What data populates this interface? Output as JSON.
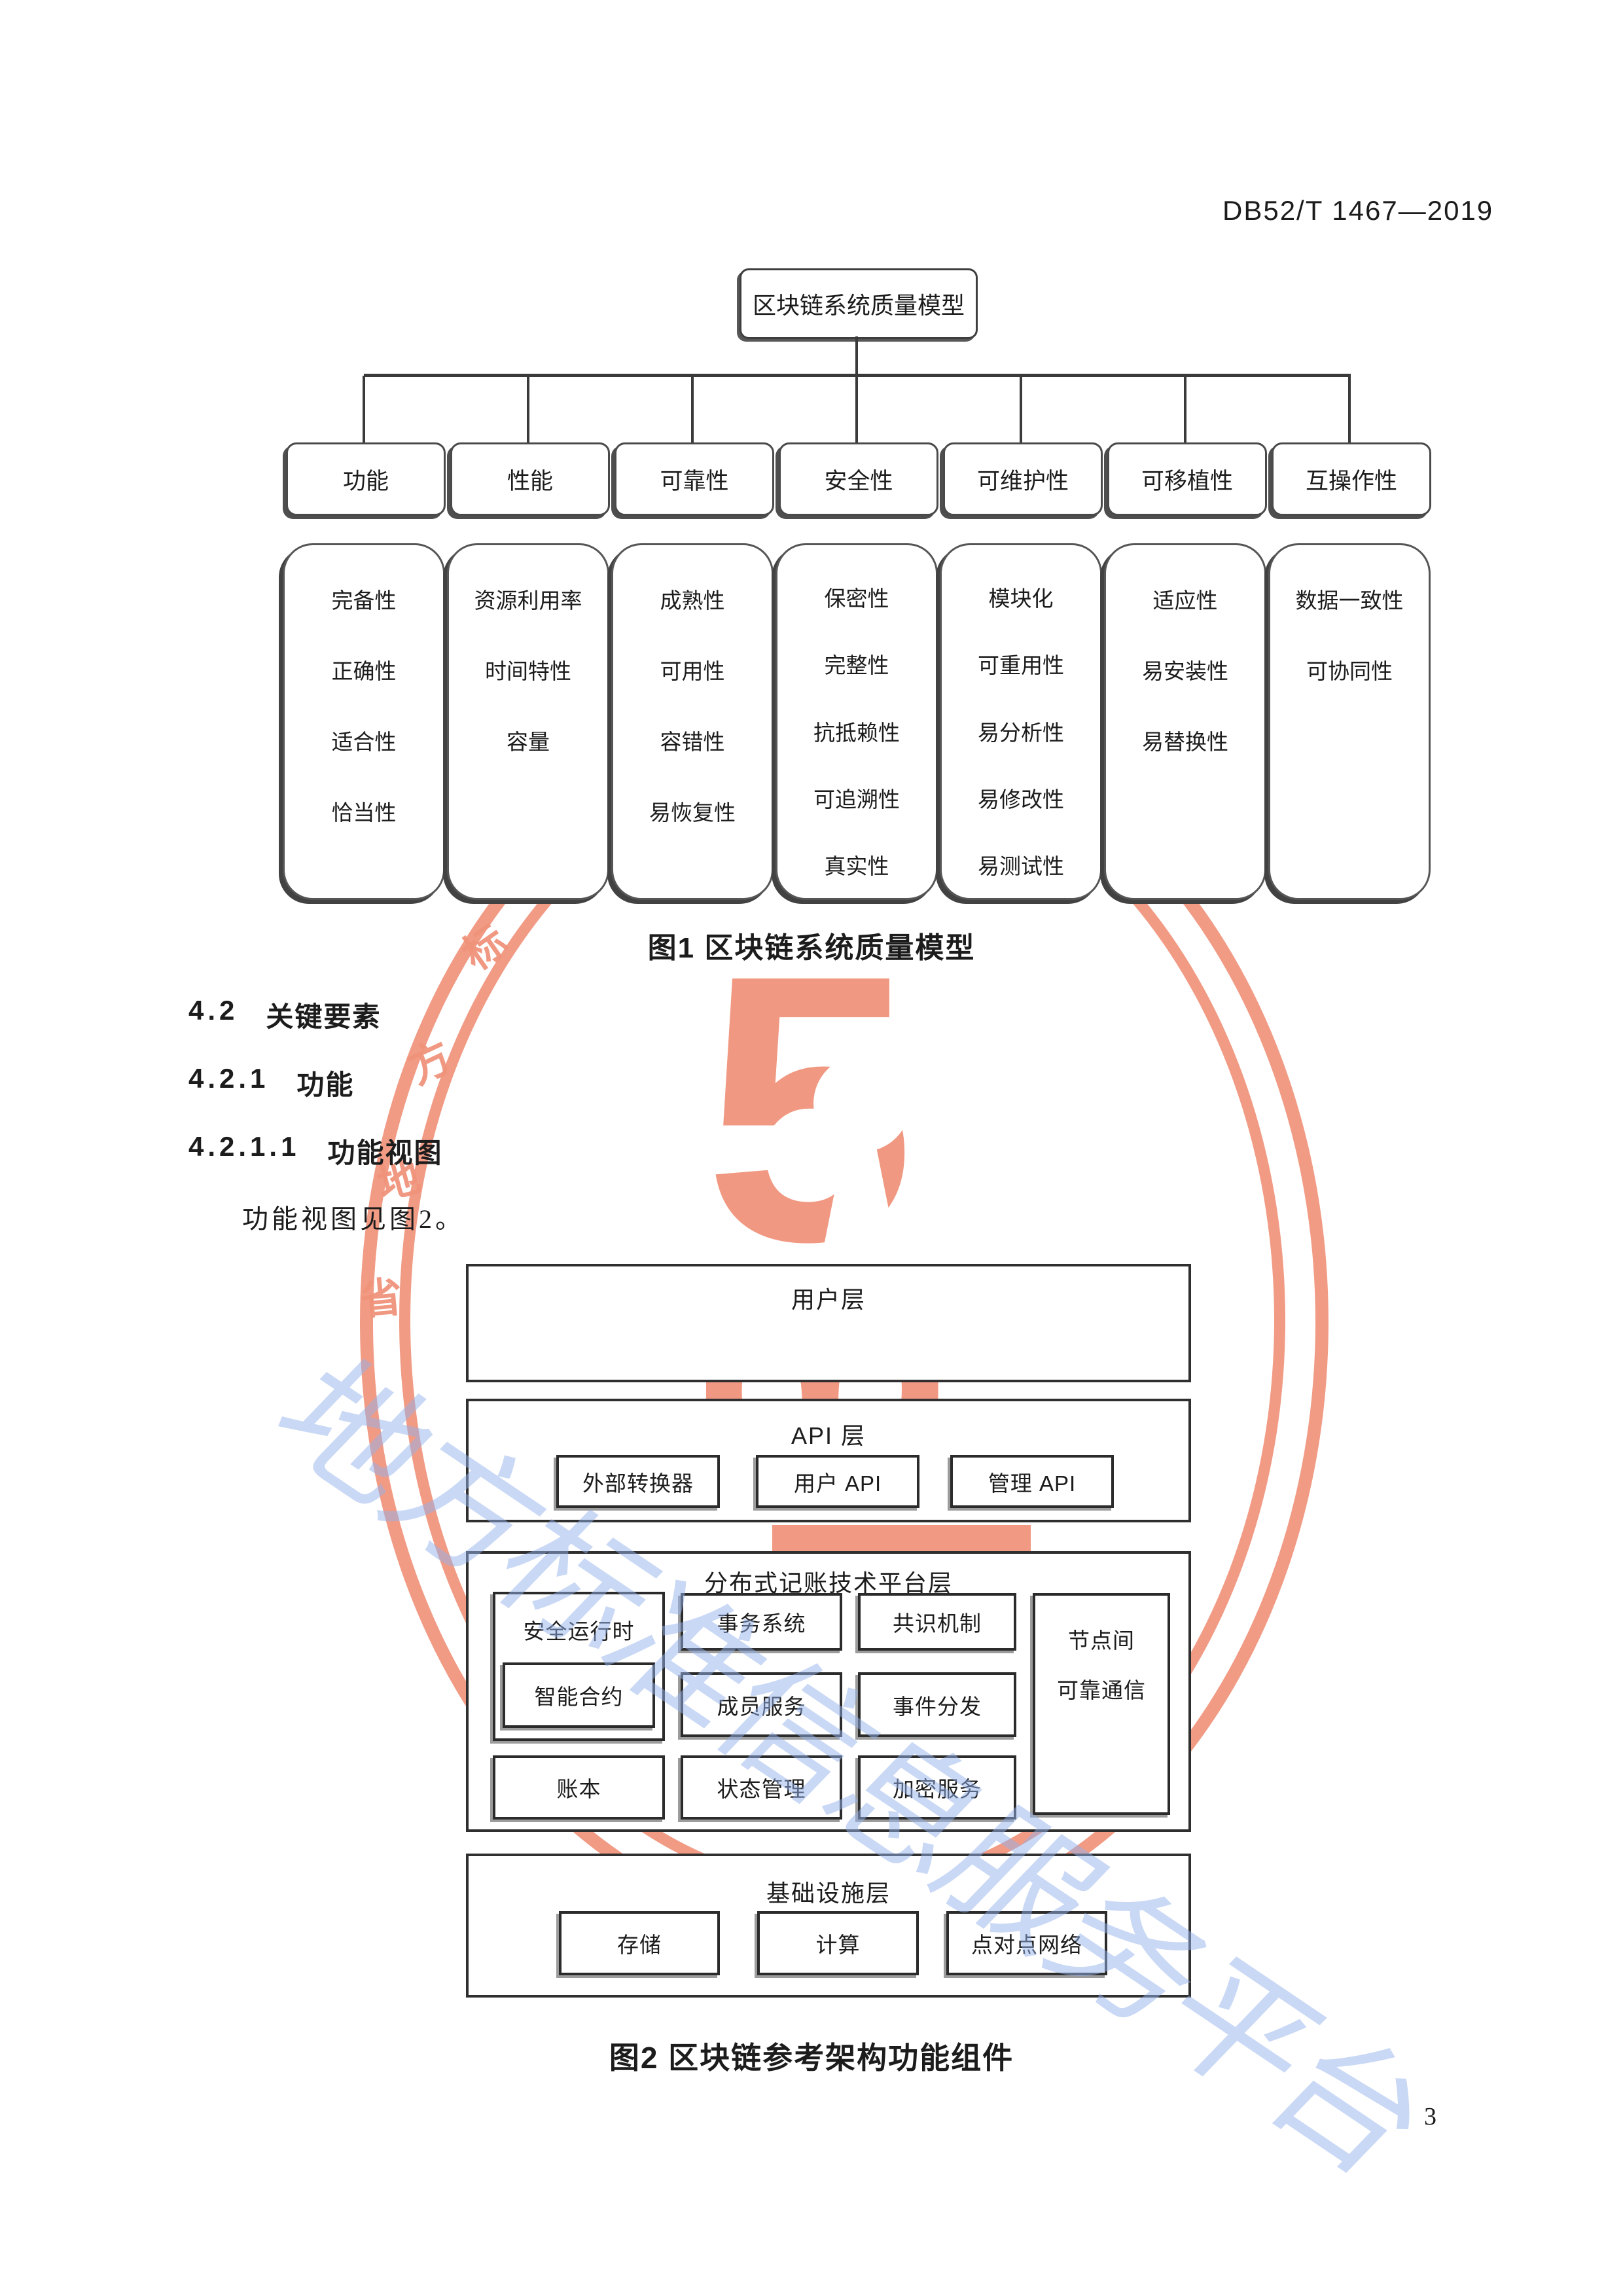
{
  "page": {
    "header_code": "DB52/T 1467—2019",
    "page_number": "3"
  },
  "figure1": {
    "root_label": "区块链系统质量模型",
    "caption": "图1  区块链系统质量模型",
    "branches": [
      {
        "label": "功能",
        "items": [
          "完备性",
          "正确性",
          "适合性",
          "恰当性"
        ]
      },
      {
        "label": "性能",
        "items": [
          "资源利用率",
          "时间特性",
          "容量"
        ]
      },
      {
        "label": "可靠性",
        "items": [
          "成熟性",
          "可用性",
          "容错性",
          "易恢复性"
        ]
      },
      {
        "label": "安全性",
        "items": [
          "保密性",
          "完整性",
          "抗抵赖性",
          "可追溯性",
          "真实性"
        ]
      },
      {
        "label": "可维护性",
        "items": [
          "模块化",
          "可重用性",
          "易分析性",
          "易修改性",
          "易测试性"
        ]
      },
      {
        "label": "可移植性",
        "items": [
          "适应性",
          "易安装性",
          "易替换性"
        ]
      },
      {
        "label": "互操作性",
        "items": [
          "数据一致性",
          "可协同性"
        ]
      }
    ]
  },
  "sections": {
    "s42": {
      "number": "4.2",
      "title": "关键要素"
    },
    "s421": {
      "number": "4.2.1",
      "title": "功能"
    },
    "s4211": {
      "number": "4.2.1.1",
      "title": "功能视图"
    },
    "body_text": "功能视图见图2。"
  },
  "figure2": {
    "caption": "图2  区块链参考架构功能组件",
    "user_layer": {
      "label": "用户层"
    },
    "api_layer": {
      "label": "API 层",
      "components": [
        "外部转换器",
        "用户 API",
        "管理 API"
      ]
    },
    "dlt_layer": {
      "label": "分布式记账技术平台层",
      "secure_runtime": "安全运行时",
      "smart_contract": "智能合约",
      "transaction_system": "事务系统",
      "consensus": "共识机制",
      "node_comm_line1": "节点间",
      "node_comm_line2": "可靠通信",
      "membership": "成员服务",
      "event_dispatch": "事件分发",
      "ledger": "账本",
      "state_mgmt": "状态管理",
      "crypto_service": "加密服务"
    },
    "infra_layer": {
      "label": "基础设施层",
      "components": [
        "存储",
        "计算",
        "点对点网络"
      ]
    }
  },
  "watermark": {
    "digit_top": "5",
    "digit_bottom": "3",
    "ring_chars": [
      "标",
      "方",
      "地",
      "省"
    ],
    "diagonal_text": "地方标准信息服务平台",
    "orange": "#f0937b",
    "blue": "#94b2eb"
  }
}
